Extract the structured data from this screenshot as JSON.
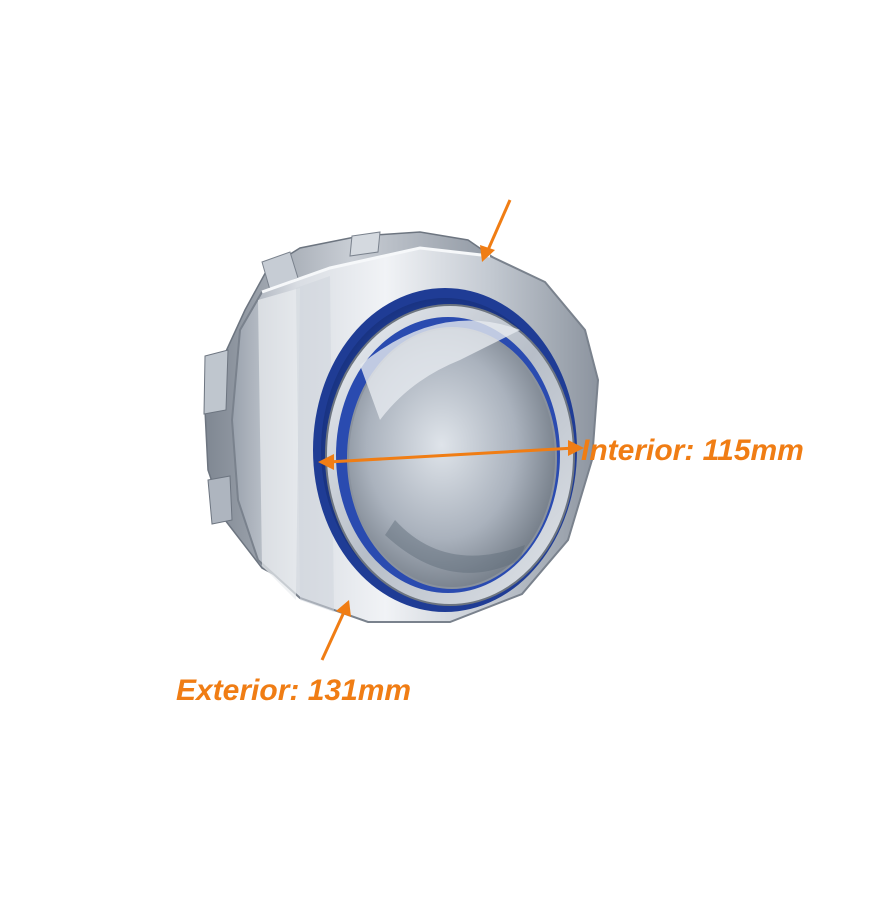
{
  "annotations": {
    "interior_label": "Interior: 115mm",
    "exterior_label": "Exterior: 131mm",
    "accent_color": "#f07d14"
  },
  "image": {
    "subject": "galvanized conduit fitting",
    "colors": {
      "metal_light": "#e6e9ee",
      "metal_mid": "#b3bac4",
      "metal_dark": "#6d7580",
      "gasket_blue": "#2547a8",
      "gasket_dark": "#13286a"
    }
  }
}
